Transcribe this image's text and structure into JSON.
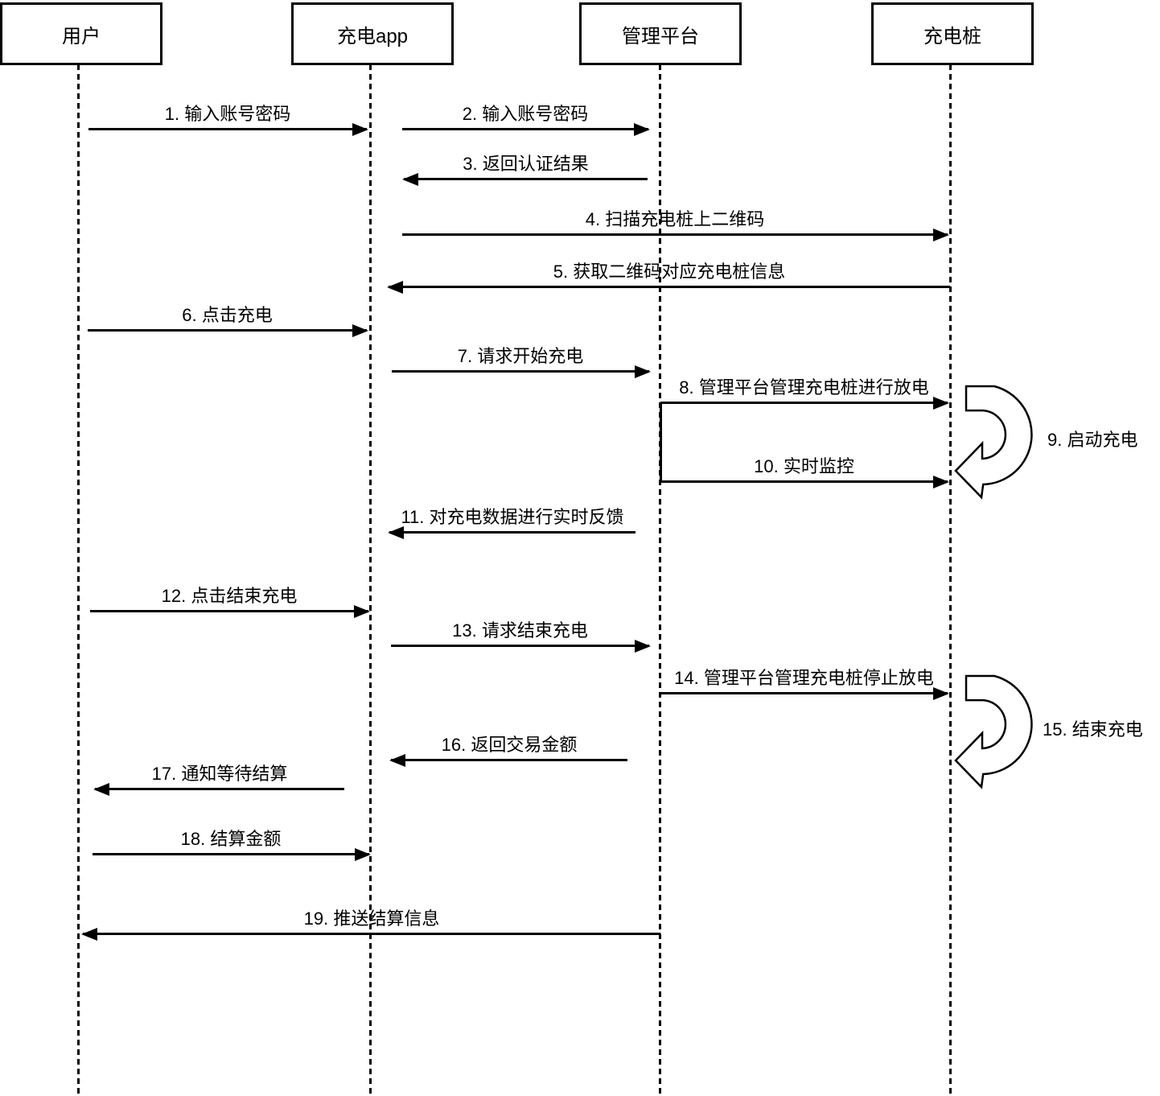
{
  "actors": [
    {
      "id": "user",
      "label": "用户"
    },
    {
      "id": "charging-app",
      "label": "充电app"
    },
    {
      "id": "management-platform",
      "label": "管理平台"
    },
    {
      "id": "charging-pile",
      "label": "充电桩"
    }
  ],
  "messages": [
    {
      "num": 1,
      "label": "1. 输入账号密码",
      "from": "用户",
      "to": "充电app",
      "type": "arrow",
      "direction": "right"
    },
    {
      "num": 2,
      "label": "2. 输入账号密码",
      "from": "充电app",
      "to": "管理平台",
      "type": "arrow",
      "direction": "right"
    },
    {
      "num": 3,
      "label": "3. 返回认证结果",
      "from": "管理平台",
      "to": "充电app",
      "type": "arrow",
      "direction": "left"
    },
    {
      "num": 4,
      "label": "4. 扫描充电桩上二维码",
      "from": "充电app",
      "to": "充电桩",
      "type": "arrow",
      "direction": "right"
    },
    {
      "num": 5,
      "label": "5. 获取二维码对应充电桩信息",
      "from": "充电桩",
      "to": "充电app",
      "type": "arrow",
      "direction": "left"
    },
    {
      "num": 6,
      "label": "6. 点击充电",
      "from": "用户",
      "to": "充电app",
      "type": "arrow",
      "direction": "right"
    },
    {
      "num": 7,
      "label": "7. 请求开始充电",
      "from": "充电app",
      "to": "管理平台",
      "type": "arrow",
      "direction": "right"
    },
    {
      "num": 8,
      "label": "8. 管理平台管理充电桩进行放电",
      "from": "管理平台",
      "to": "充电桩",
      "type": "arrow",
      "direction": "right"
    },
    {
      "num": 9,
      "label": "9. 启动充电",
      "actor": "充电桩",
      "type": "self-loop"
    },
    {
      "num": 10,
      "label": "10. 实时监控",
      "from": "管理平台",
      "to": "充电桩",
      "type": "arrow",
      "direction": "right"
    },
    {
      "num": 11,
      "label": "11. 对充电数据进行实时反馈",
      "from": "管理平台",
      "to": "充电app",
      "type": "arrow",
      "direction": "left"
    },
    {
      "num": 12,
      "label": "12. 点击结束充电",
      "from": "用户",
      "to": "充电app",
      "type": "arrow",
      "direction": "right"
    },
    {
      "num": 13,
      "label": "13. 请求结束充电",
      "from": "充电app",
      "to": "管理平台",
      "type": "arrow",
      "direction": "right"
    },
    {
      "num": 14,
      "label": "14. 管理平台管理充电桩停止放电",
      "from": "管理平台",
      "to": "充电桩",
      "type": "arrow",
      "direction": "right"
    },
    {
      "num": 15,
      "label": "15. 结束充电",
      "actor": "充电桩",
      "type": "self-loop"
    },
    {
      "num": 16,
      "label": "16. 返回交易金额",
      "from": "管理平台",
      "to": "充电app",
      "type": "arrow",
      "direction": "left"
    },
    {
      "num": 17,
      "label": "17. 通知等待结算",
      "from": "充电app",
      "to": "用户",
      "type": "arrow",
      "direction": "left"
    },
    {
      "num": 18,
      "label": "18. 结算金额",
      "from": "用户",
      "to": "充电app",
      "type": "arrow",
      "direction": "right"
    },
    {
      "num": 19,
      "label": "19. 推送结算信息",
      "from": "管理平台",
      "to": "用户",
      "type": "arrow",
      "direction": "left"
    }
  ],
  "colors": {
    "line": "#000000",
    "background": "#ffffff",
    "text": "#000000"
  }
}
